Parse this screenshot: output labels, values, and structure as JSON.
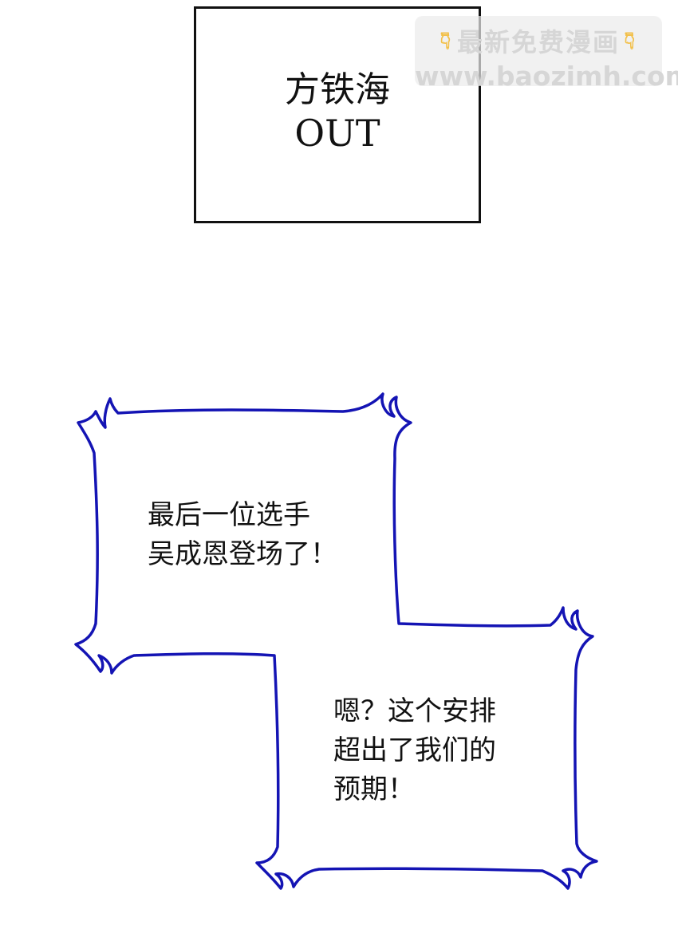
{
  "caption": {
    "line1": "方铁海",
    "line2": "OUT"
  },
  "watermark": {
    "line1": "最新免费漫画",
    "line2": "www.baozimh.com",
    "icon": "pointing-down-hand-icon",
    "icon_color": "#f2c04a"
  },
  "bubble_upper": {
    "lines": [
      "最后一位选手",
      "吴成恩登场了！"
    ]
  },
  "bubble_lower": {
    "lines": [
      "嗯？这个安排",
      "超出了我们的",
      "预期！"
    ]
  },
  "colors": {
    "bubble_outline": "#1414b4",
    "text": "#111111"
  }
}
